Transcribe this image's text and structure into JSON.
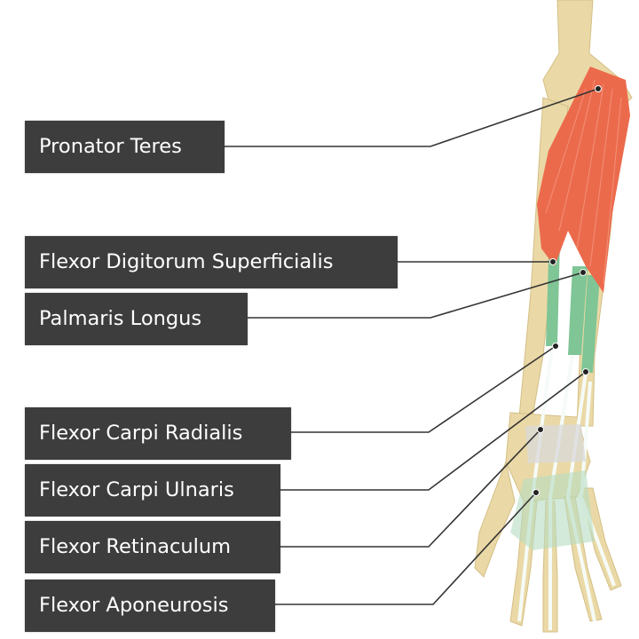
{
  "title": "Forearm flexor muscles - anterior view",
  "colors": {
    "muscle": "#ec6a4c",
    "tendon_green": "#7fc596",
    "bone": "#ead9a6",
    "label_bg": "#3d3d3d",
    "leader": "#333333"
  },
  "labels": [
    {
      "text": "Pronator Teres"
    },
    {
      "text": "Flexor Digitorum Superficialis"
    },
    {
      "text": "Palmaris Longus"
    },
    {
      "text": "Flexor Carpi Radialis"
    },
    {
      "text": "Flexor Carpi Ulnaris"
    },
    {
      "text": "Flexor Retinaculum"
    },
    {
      "text": "Flexor Aponeurosis"
    }
  ]
}
